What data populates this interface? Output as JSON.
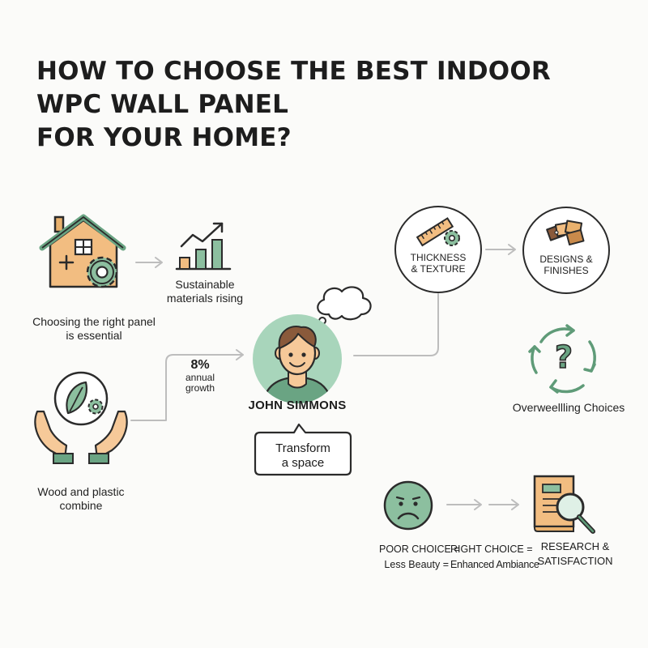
{
  "title": {
    "line1": "HOW TO CHOOSE THE BEST INDOOR",
    "line2": "WPC WALL PANEL",
    "line3": "FOR YOUR HOME?"
  },
  "house_block": {
    "caption_line1": "Choosing the right panel",
    "caption_line2": "is essential",
    "icon": "house-gear-icon"
  },
  "chart_block": {
    "caption_line1": "Sustainable",
    "caption_line2": "materials rising",
    "icon": "bar-chart-icon"
  },
  "hands_block": {
    "caption_line1": "Wood and plastic",
    "caption_line2": "combine",
    "icon": "hands-leaf-icon"
  },
  "growth": {
    "value": "8%",
    "label_line1": "annual",
    "label_line2": "growth"
  },
  "person": {
    "name": "JOHN SIMMONS",
    "speech_line1": "Transform",
    "speech_line2": "a space",
    "icon": "person-avatar-icon"
  },
  "thickness": {
    "line1": "THICKNESS",
    "line2": "& TEXTURE",
    "icon": "ruler-gear-icon"
  },
  "designs": {
    "line1": "DESIGNS &",
    "line2": "FINISHES",
    "icon": "swatch-icon"
  },
  "choices": {
    "caption": "Overweellling Choices",
    "icon": "question-cycle-icon"
  },
  "bottom_row": {
    "poor_line1": "POOR CHOICE =",
    "poor_line2": "Less Beauty =",
    "right_line1": "RIGHT CHOICE =",
    "right_line2": "Enhanced Ambiance",
    "research_line1": "RESEARCH &",
    "research_line2": "SATISFACTION",
    "sad_icon": "sad-face-icon",
    "book_icon": "book-magnifier-icon"
  },
  "colors": {
    "sage": "#8cbf9f",
    "sage_dark": "#5f9b78",
    "house_fill": "#f2bd81",
    "orange": "#ef9d4d",
    "line": "#2b2b2b",
    "connector": "#bdbdbd"
  }
}
